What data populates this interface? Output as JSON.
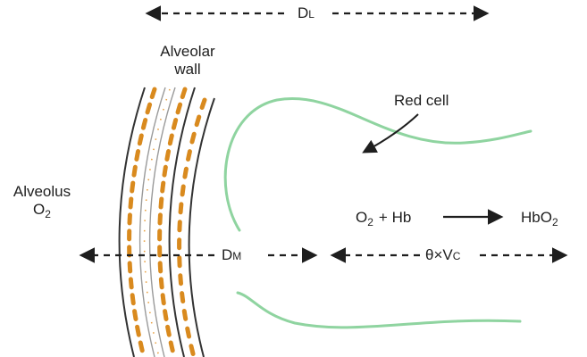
{
  "labels": {
    "dl_main": "D",
    "dl_sub": "L",
    "alveolar_wall_line1": "Alveolar",
    "alveolar_wall_line2": "wall",
    "red_cell": "Red cell",
    "alveolus": "Alveolus",
    "o2_main": "O",
    "o2_sub": "2",
    "dm_main": "D",
    "dm_sub": "M",
    "theta_vc_main": "θ×V",
    "theta_vc_sub": "C"
  },
  "equation": {
    "reactant1_main": "O",
    "reactant1_sub": "2",
    "plus": "+ Hb",
    "product_main": "HbO",
    "product_sub": "2"
  },
  "colors": {
    "ink": "#1e1e1e",
    "wall_line": "#333333",
    "wall_inner": "#9a9a9a",
    "wall_dash": "#d98a1e",
    "wall_dot": "#e8a040",
    "red_cell": "#8fd4a0"
  }
}
